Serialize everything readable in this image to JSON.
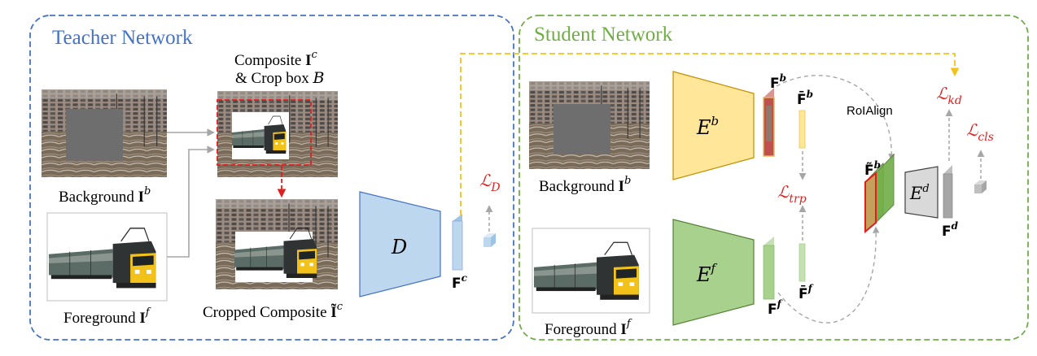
{
  "teacher": {
    "title": "Teacher Network",
    "composite_caption_line1": "Composite ",
    "composite_symbol": "I",
    "composite_sup": "c",
    "composite_caption_line2": "& Crop box ",
    "crop_box_symbol": "B",
    "background_caption": "Background ",
    "background_symbol": "I",
    "background_sup": "b",
    "foreground_caption": "Foreground ",
    "foreground_symbol": "I",
    "foreground_sup": "f",
    "cropped_caption": "Cropped Composite ",
    "cropped_symbol": "Ĩ",
    "cropped_sup": "c",
    "discriminator_label": "D",
    "feature_symbol": "F",
    "feature_sup": "c",
    "loss_symbol": "ℒ",
    "loss_sub": "D"
  },
  "student": {
    "title": "Student Network",
    "background_caption": "Background ",
    "background_symbol": "I",
    "background_sup": "b",
    "foreground_caption": "Foreground ",
    "foreground_symbol": "I",
    "foreground_sup": "f",
    "enc_b": "E",
    "enc_b_sup": "b",
    "enc_f": "E",
    "enc_f_sup": "f",
    "enc_d": "E",
    "enc_d_sup": "d",
    "fb_symbol": "F",
    "fb_sup": "b",
    "fb_bar_symbol": "F̄",
    "fb_bar_sup": "b",
    "ff_symbol": "F",
    "ff_sup": "f",
    "ff_bar_symbol": "F̄",
    "ff_bar_sup": "f",
    "fb_tilde_symbol": "F̃",
    "fb_tilde_sup": "b",
    "fd_symbol": "F",
    "fd_sup": "d",
    "roialign_label": "RoIAlign",
    "loss_symbol": "ℒ",
    "loss_trp_sub": "trp",
    "loss_kd_sub": "kd",
    "loss_cls_sub": "cls"
  },
  "colors": {
    "teacher_border": "#4472c4",
    "student_border": "#70ad47",
    "encoder_b": "#ffe699",
    "encoder_f": "#a9d18e",
    "discriminator": "#bdd7ee",
    "encoder_d": "#d9d9d9",
    "feature_d": "#a6a6a6",
    "loss_red": "#e01e1e",
    "kd_arrow": "#f2c21a",
    "crop_box": "#e01e1e"
  },
  "icons": [
    "train-image",
    "gray-mask",
    "arrow"
  ]
}
